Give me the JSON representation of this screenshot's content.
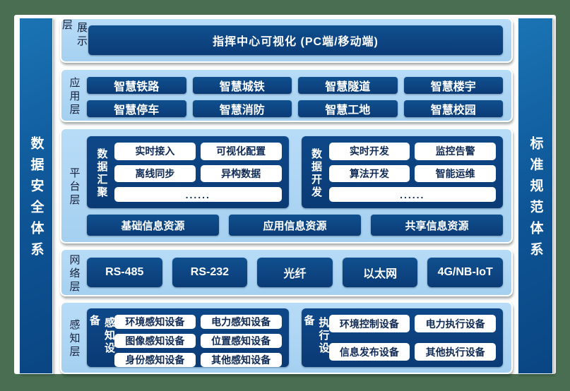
{
  "colors": {
    "background_green": "#4a6e51",
    "panel_light_blue": "#a9d2f1",
    "block_dark_blue": "#0d4685",
    "pill_white": "#ffffff",
    "pillar_blue": "#0e5697"
  },
  "pillars": {
    "left_label": "数据安全体系",
    "right_label": "标准规范体系"
  },
  "display_layer": {
    "label": "展示层",
    "bar": "指挥中心可视化 (PC端/移动端)"
  },
  "application_layer": {
    "label": "应用层",
    "buttons": [
      "智慧铁路",
      "智慧城铁",
      "智慧隧道",
      "智慧楼宇",
      "智慧停车",
      "智慧消防",
      "智慧工地",
      "智慧校园"
    ]
  },
  "platform_layer": {
    "label": "平台层",
    "data_aggregation": {
      "label": "数据汇聚",
      "items": [
        "实时接入",
        "可视化配置",
        "离线同步",
        "异构数据"
      ],
      "ellipsis": "......"
    },
    "data_development": {
      "label": "数据开发",
      "items": [
        "实时开发",
        "监控告警",
        "算法开发",
        "智能运维"
      ],
      "ellipsis": "......"
    },
    "resources": [
      "基础信息资源",
      "应用信息资源",
      "共享信息资源"
    ]
  },
  "network_layer": {
    "label": "网络层",
    "buttons": [
      "RS-485",
      "RS-232",
      "光纤",
      "以太网",
      "4G/NB-IoT"
    ]
  },
  "perception_layer": {
    "label": "感知层",
    "sensing_devices": {
      "label": "感知设备",
      "items": [
        "环境感知设备",
        "电力感知设备",
        "图像感知设备",
        "位置感知设备",
        "身份感知设备",
        "其他感知设备"
      ]
    },
    "execution_devices": {
      "label": "执行设备",
      "items": [
        "环境控制设备",
        "电力执行设备",
        "信息发布设备",
        "其他执行设备"
      ]
    }
  }
}
